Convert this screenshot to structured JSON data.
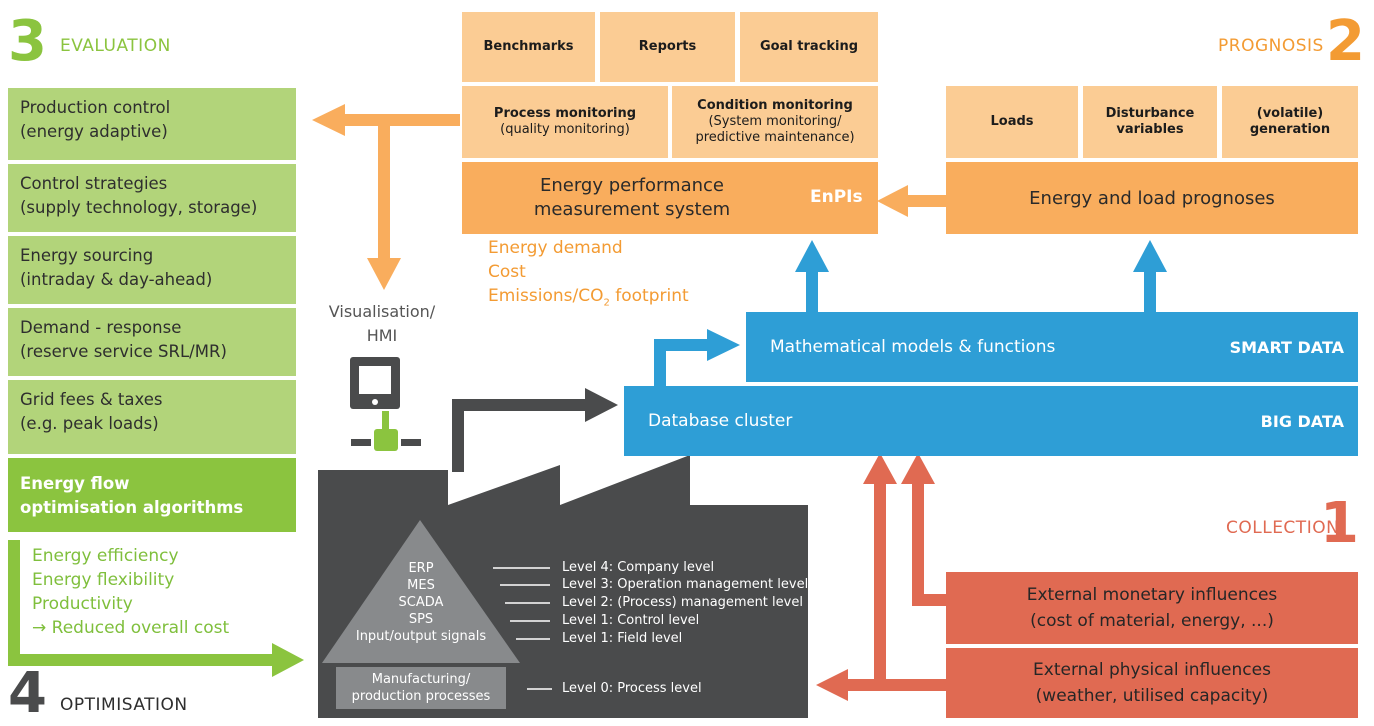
{
  "colors": {
    "green": "#8bc43f",
    "light_green": "#b2d47a",
    "orange": "#f9ad5d",
    "light_orange": "#fbcc94",
    "blue": "#2e9ed6",
    "red": "#e06a52",
    "dark": "#4a4b4c"
  },
  "evaluation": {
    "number": "3",
    "title": "EVALUATION"
  },
  "prognosis": {
    "number": "2",
    "title": "PROGNOSIS"
  },
  "collection": {
    "number": "1",
    "title": "COLLECTION"
  },
  "optimisation": {
    "number": "4",
    "title": "OPTIMISATION"
  },
  "evaluation_items": [
    {
      "line1": "Production control",
      "line2": "(energy adaptive)"
    },
    {
      "line1": "Control strategies",
      "line2": "(supply technology, storage)"
    },
    {
      "line1": "Energy sourcing",
      "line2": "(intraday & day-ahead)"
    },
    {
      "line1": "Demand - response",
      "line2": "(reserve service SRL/MR)"
    },
    {
      "line1": "Grid fees & taxes",
      "line2": "(e.g. peak loads)"
    }
  ],
  "algorithms": {
    "line1": "Energy flow",
    "line2": "optimisation algorithms"
  },
  "outcomes": [
    "Energy efficiency",
    "Energy flexibility",
    "Productivity",
    "→ Reduced overall cost"
  ],
  "top_boxes": {
    "benchmarks": "Benchmarks",
    "reports": "Reports",
    "goal_tracking": "Goal tracking"
  },
  "process_monitoring": {
    "title": "Process monitoring",
    "sub": "(quality monitoring)"
  },
  "condition_monitoring": {
    "title": "Condition monitoring",
    "sub1": "(System monitoring/",
    "sub2": "predictive maintenance)"
  },
  "enpms": {
    "line1": "Energy performance",
    "line2": "measurement system",
    "tag": "EnPIs"
  },
  "prognosis_boxes": {
    "loads": "Loads",
    "disturbance_1": "Disturbance",
    "disturbance_2": "variables",
    "generation_1": "(volatile)",
    "generation_2": "generation"
  },
  "prognoses": "Energy and load prognoses",
  "kpis": {
    "demand": "Energy demand",
    "cost": "Cost",
    "emissions_pre": "Emissions/CO",
    "emissions_sub": "2",
    "emissions_post": " footprint"
  },
  "hmi": {
    "line1": "Visualisation/",
    "line2": "HMI"
  },
  "smart_data": {
    "label": "Mathematical models & functions",
    "tag": "SMART DATA"
  },
  "big_data": {
    "label": "Database cluster",
    "tag": "BIG DATA"
  },
  "pyramid": [
    "ERP",
    "MES",
    "SCADA",
    "SPS",
    "Input/output signals"
  ],
  "manufacturing": {
    "line1": "Manufacturing/",
    "line2": "production processes"
  },
  "levels": [
    "Level 4: Company level",
    "Level 3: Operation management level",
    "Level 2: (Process) management level",
    "Level 1: Control level",
    "Level 1: Field level"
  ],
  "level0": "Level 0: Process level",
  "external_monetary": {
    "line1": "External monetary influences",
    "line2": "(cost of material, energy, ...)"
  },
  "external_physical": {
    "line1": "External physical influences",
    "line2": "(weather, utilised capacity)"
  }
}
